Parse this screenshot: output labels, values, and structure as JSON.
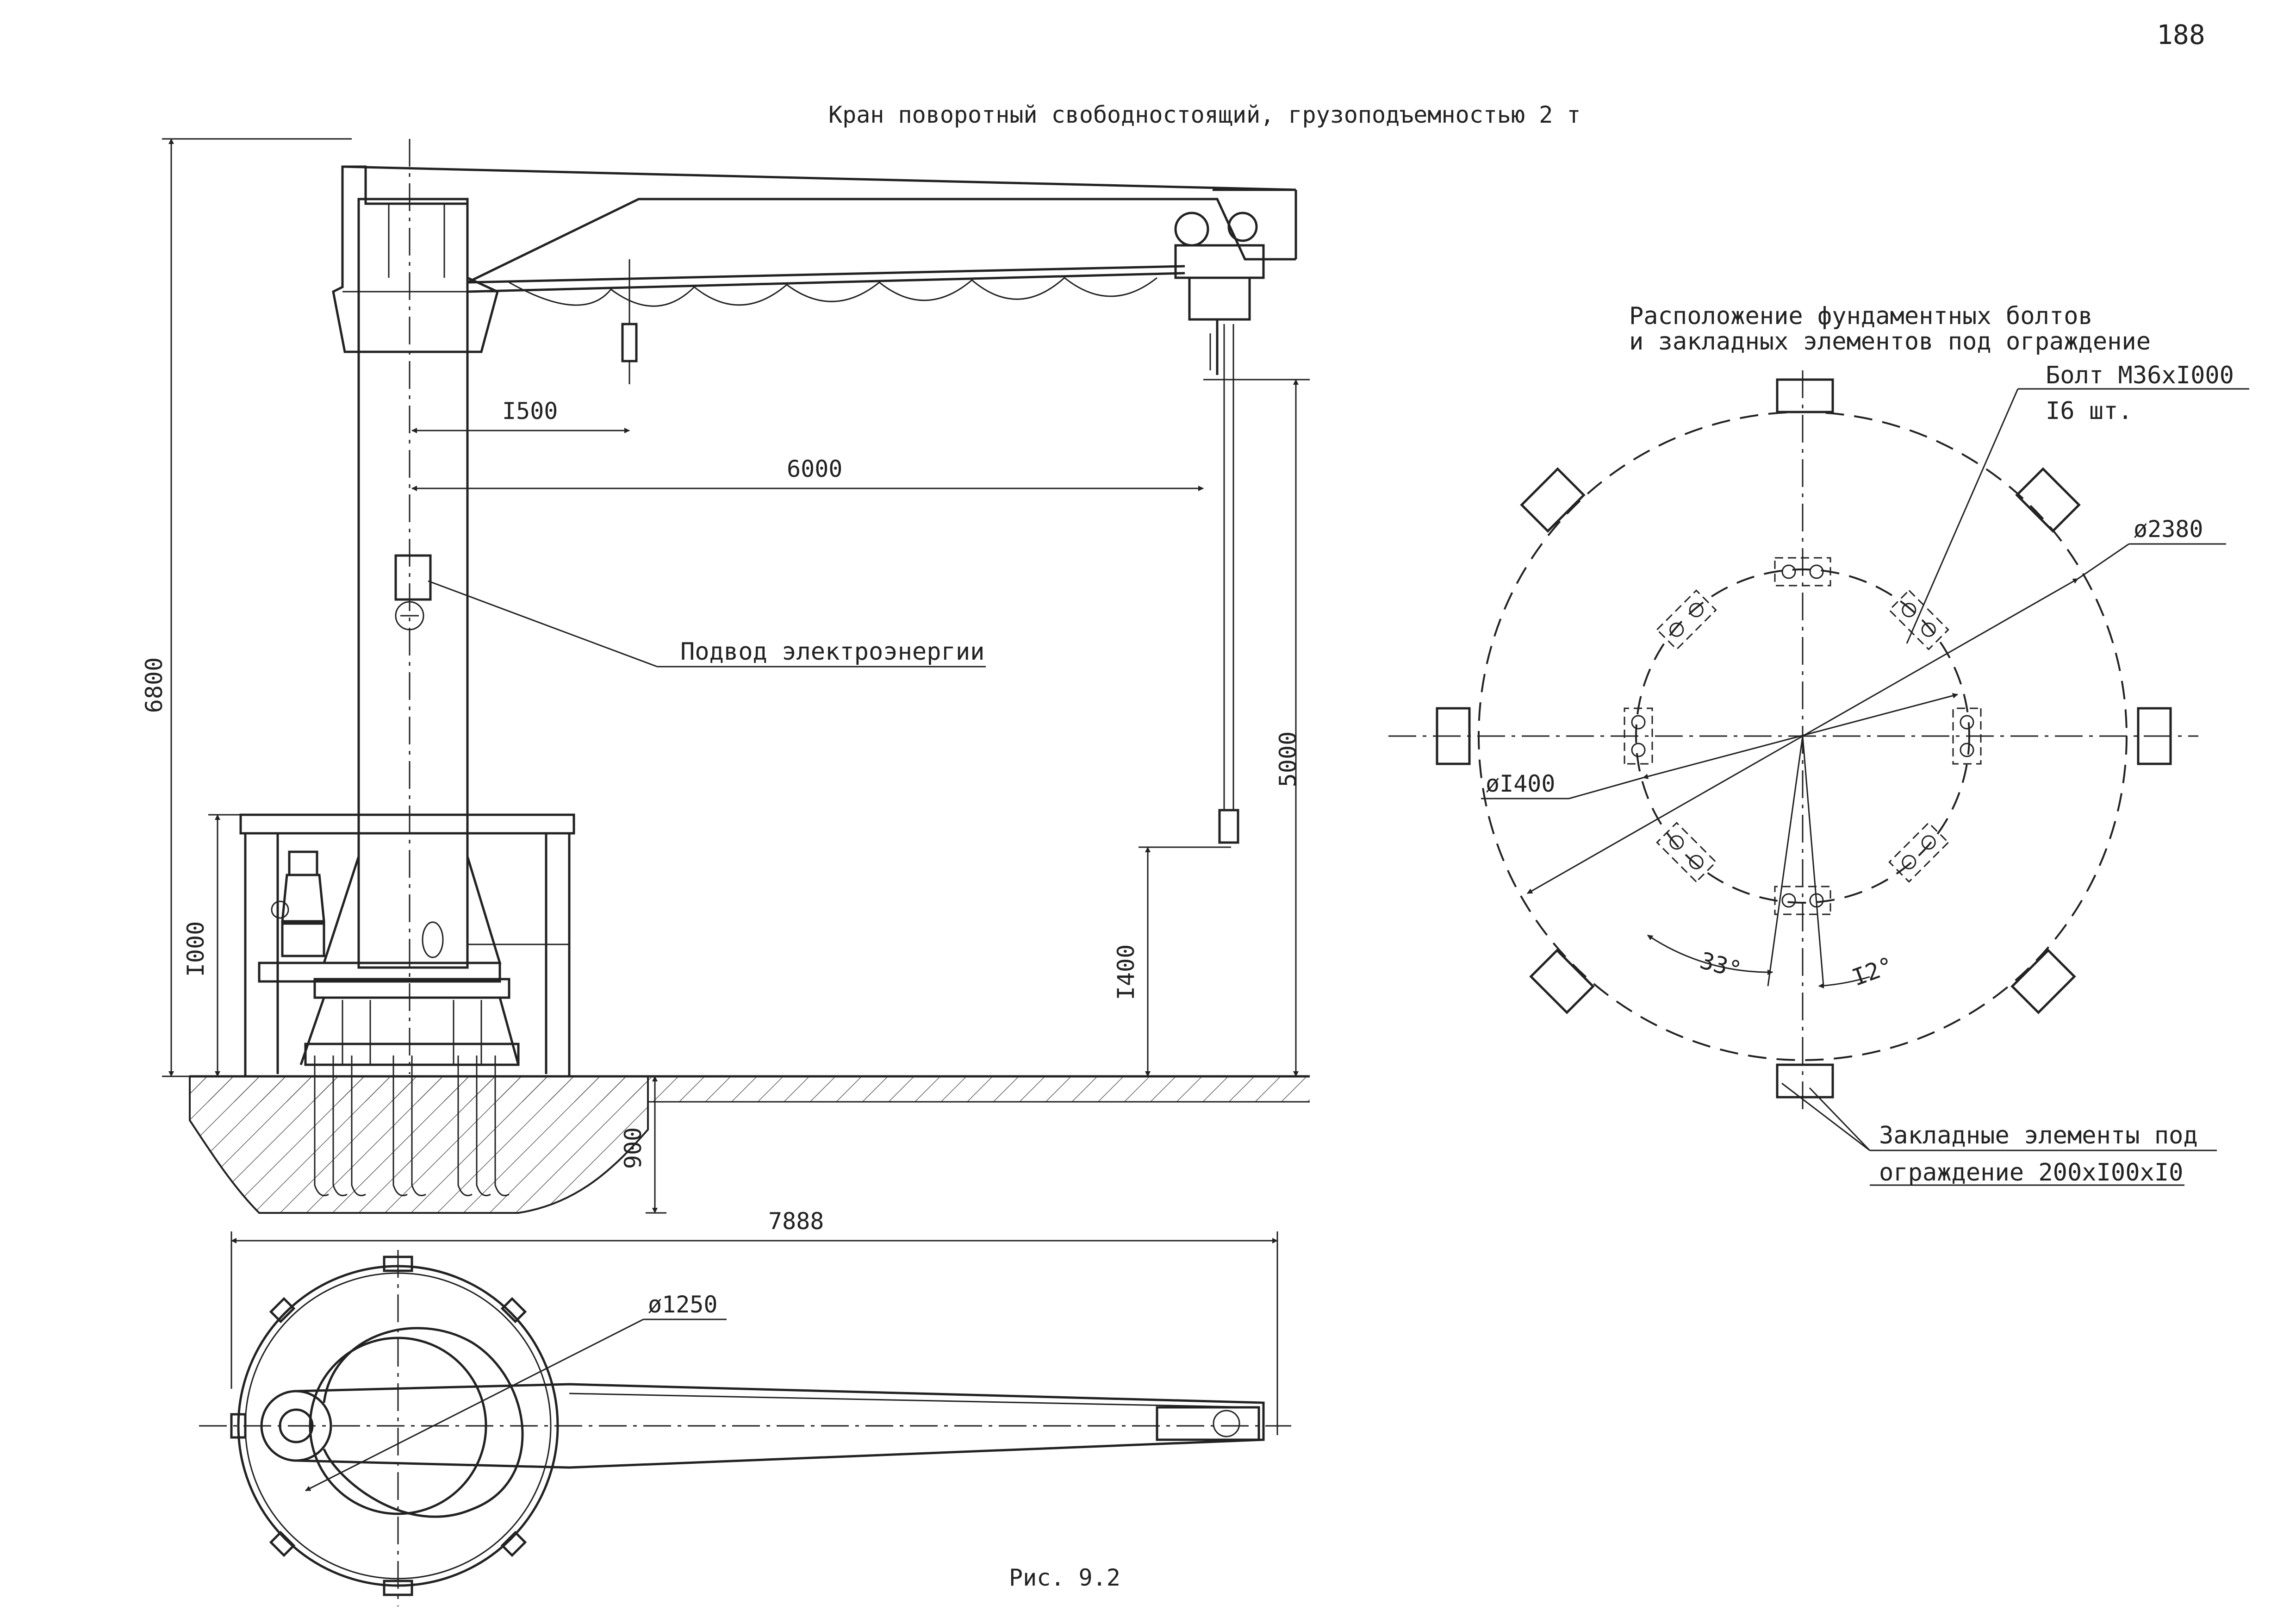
{
  "page_number": "188",
  "title": "Кран  поворотный свободностоящий,  грузоподъемностью  2 т",
  "caption": "Рис. 9.2",
  "elevation": {
    "dim_arm_offset": "I500",
    "dim_reach": "6000",
    "dim_total_height": "6800",
    "dim_hook_height": "5000",
    "dim_fence_height": "I000",
    "dim_hook_low": "I400",
    "dim_foundation_depth": "900",
    "dim_overall_length": "7888",
    "callout_power": "Подвод электроэнергии"
  },
  "plan": {
    "dim_base_diameter": "ø1250"
  },
  "layout_plan": {
    "heading_line1": "Расположение фундаментных болтов",
    "heading_line2": "и закладных элементов под ограждение",
    "bolt_label": "Болт М36хI000",
    "bolt_count": "I6 шт.",
    "dia_outer": "ø2380",
    "dia_inner": "øI400",
    "angle_a": "33°",
    "angle_b": "I2°",
    "embed_label_line1": "Закладные элементы под",
    "embed_label_line2": "ограждение 200хI00хI0"
  }
}
